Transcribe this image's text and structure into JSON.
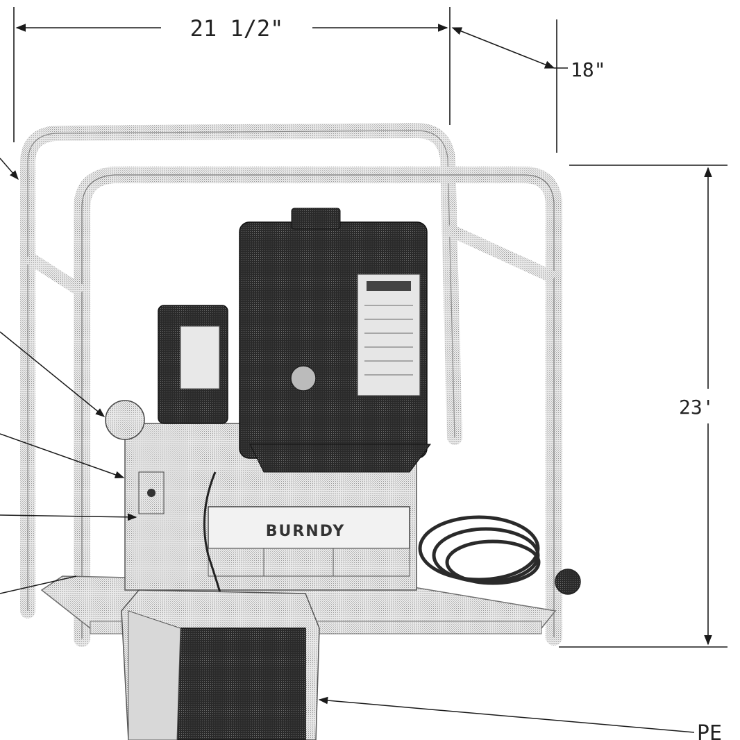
{
  "dimensions": {
    "width": "21 1/2\"",
    "depth": "18\"",
    "height": "23'"
  },
  "brand_label": "BURNDY",
  "callout_partial_text": "PE",
  "colors": {
    "line": "#1a1a1a",
    "frame": "#9a9a9a",
    "frame_dark": "#6e6e6e",
    "motor": "#2a2a2a",
    "motor_mid": "#4a4a4a",
    "panel": "#cfcfcf",
    "pedal": "#d6d6d6",
    "pedal_dark": "#3a3a3a",
    "background": "#ffffff"
  }
}
